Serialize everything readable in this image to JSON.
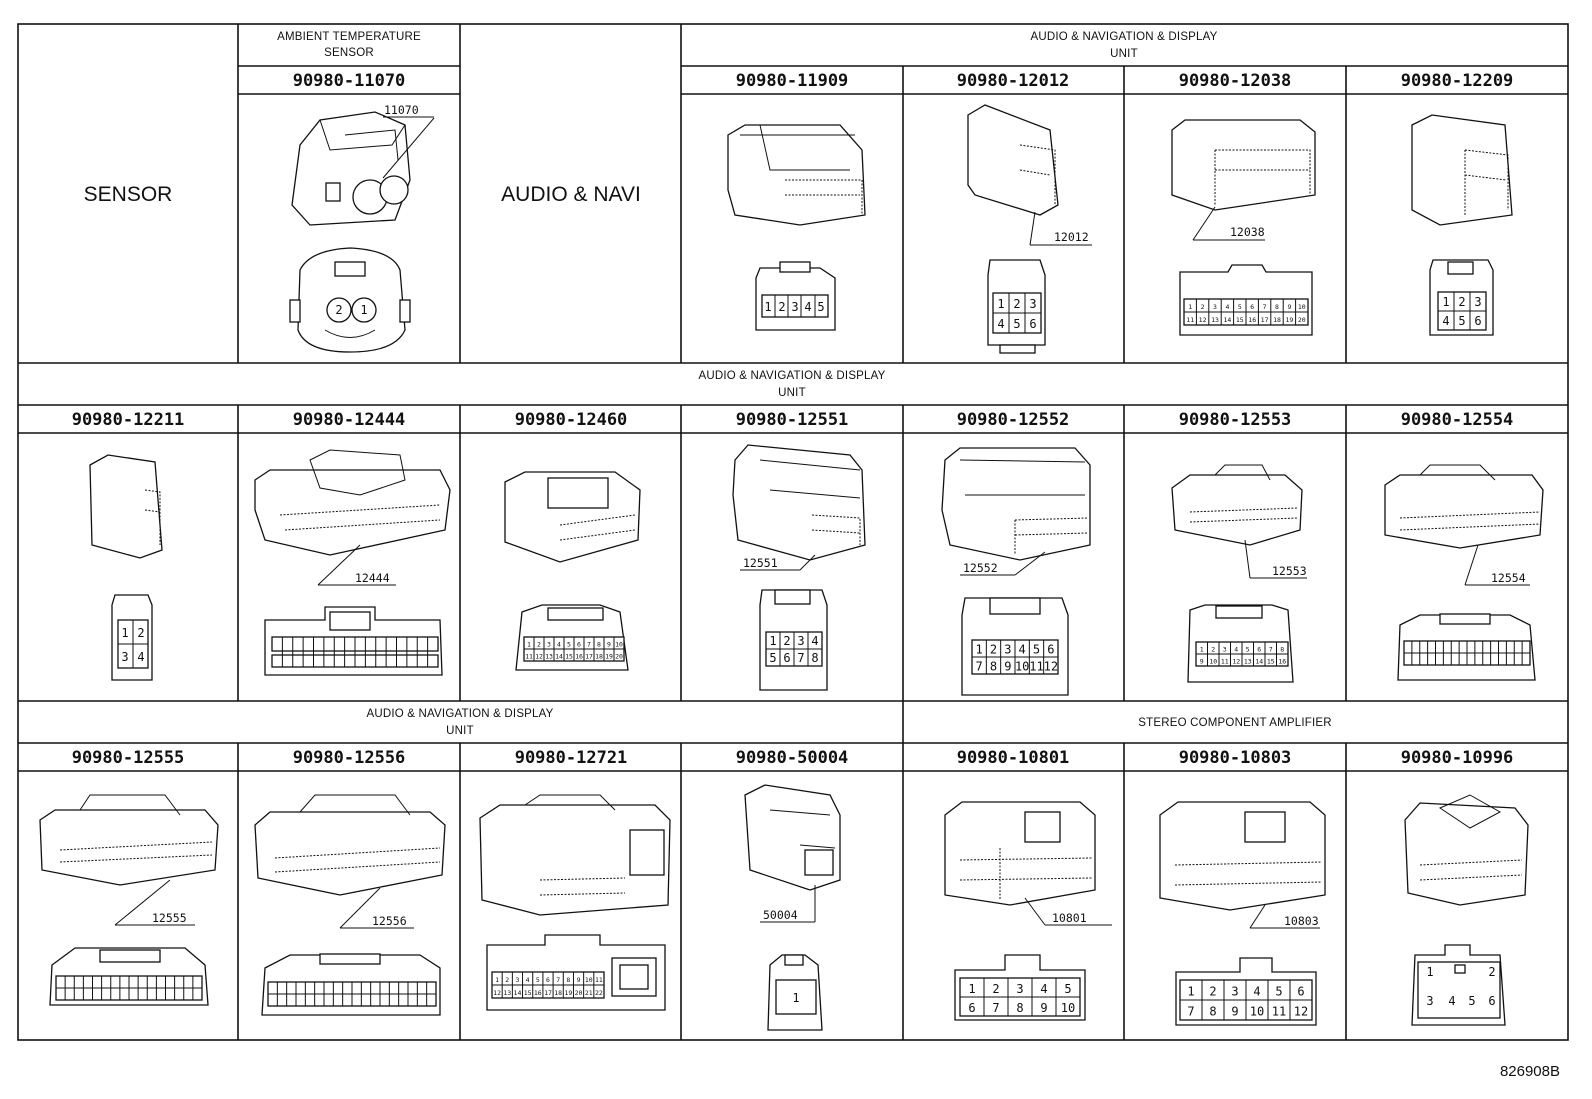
{
  "figure_id": "826908B",
  "groups": {
    "sensor": "SENSOR",
    "ambient_sensor": "AMBIENT TEMPERATURE SENSOR",
    "audio_navi": "AUDIO & NAVI",
    "audio_nav_display_unit": "AUDIO & NAVIGATION & DISPLAY UNIT",
    "stereo_amplifier": "STEREO COMPONENT AMPLIFIER"
  },
  "connectors": [
    {
      "part": "90980-11070",
      "callout": "11070",
      "pins": [
        2,
        1
      ],
      "style": "round"
    },
    {
      "part": "90980-11909",
      "callout": "",
      "pins": [
        1,
        2,
        3,
        4,
        5
      ],
      "rows": 1
    },
    {
      "part": "90980-12012",
      "callout": "12012",
      "pins": [
        1,
        2,
        3,
        4,
        5,
        6
      ],
      "rows": 2
    },
    {
      "part": "90980-12038",
      "callout": "12038",
      "pins": [
        1,
        2,
        3,
        4,
        5,
        6,
        7,
        8,
        9,
        10,
        11,
        12,
        13,
        14,
        15,
        16,
        17,
        18,
        19,
        20
      ],
      "rows": 2
    },
    {
      "part": "90980-12209",
      "callout": "",
      "pins": [
        1,
        2,
        3,
        4,
        5,
        6
      ],
      "rows": 2
    },
    {
      "part": "90980-12211",
      "callout": "",
      "pins": [
        1,
        2,
        3,
        4
      ],
      "rows": 2
    },
    {
      "part": "90980-12444",
      "callout": "12444",
      "pins": [],
      "rows": 2
    },
    {
      "part": "90980-12460",
      "callout": "",
      "pins": [
        1,
        2,
        3,
        4,
        5,
        6,
        7,
        8,
        9,
        10,
        11,
        12,
        13,
        14,
        15,
        16,
        17,
        18,
        19,
        20
      ],
      "rows": 2
    },
    {
      "part": "90980-12551",
      "callout": "12551",
      "pins": [
        1,
        2,
        3,
        4,
        5,
        6,
        7,
        8
      ],
      "rows": 2
    },
    {
      "part": "90980-12552",
      "callout": "12552",
      "pins": [
        1,
        2,
        3,
        4,
        5,
        6,
        7,
        8,
        9,
        10,
        11,
        12
      ],
      "rows": 2
    },
    {
      "part": "90980-12553",
      "callout": "12553",
      "pins": [
        1,
        2,
        3,
        4,
        5,
        6,
        7,
        8,
        9,
        10,
        11,
        12,
        13,
        14,
        15,
        16
      ],
      "rows": 2
    },
    {
      "part": "90980-12554",
      "callout": "12554",
      "pins": [],
      "rows": 2
    },
    {
      "part": "90980-12555",
      "callout": "12555",
      "pins": [],
      "rows": 2
    },
    {
      "part": "90980-12556",
      "callout": "12556",
      "pins": [],
      "rows": 2
    },
    {
      "part": "90980-12721",
      "callout": "",
      "pins": [
        1,
        2,
        3,
        4,
        5,
        6,
        7,
        8,
        9,
        10,
        11,
        12,
        13,
        14,
        15,
        16,
        17,
        18,
        19,
        20,
        21,
        22
      ],
      "rows": 2
    },
    {
      "part": "90980-50004",
      "callout": "50004",
      "pins": [
        1
      ],
      "rows": 1
    },
    {
      "part": "90980-10801",
      "callout": "10801",
      "pins": [
        1,
        2,
        3,
        4,
        5,
        6,
        7,
        8,
        9,
        10
      ],
      "rows": 2
    },
    {
      "part": "90980-10803",
      "callout": "10803",
      "pins": [
        1,
        2,
        3,
        4,
        5,
        6,
        7,
        8,
        9,
        10,
        11,
        12
      ],
      "rows": 2
    },
    {
      "part": "90980-10996",
      "callout": "",
      "pins": [
        1,
        2,
        3,
        4,
        5,
        6
      ],
      "rows": 2
    }
  ]
}
